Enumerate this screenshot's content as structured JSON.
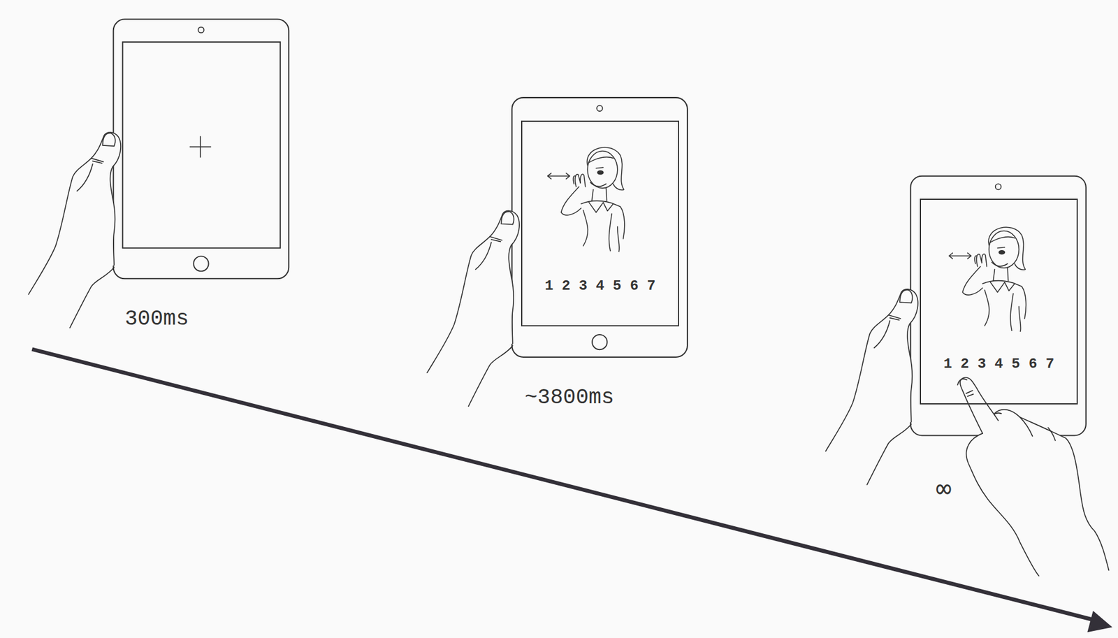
{
  "diagram": {
    "nodes": [
      {
        "text": [
          "1 2 3 4 5 6 7"
        ]
      },
      {
        "text": [
          "1 2 3 4 5 6 7"
        ]
      }
    ],
    "labels": [
      "300ms",
      "~3800ms",
      "∞"
    ]
  }
}
